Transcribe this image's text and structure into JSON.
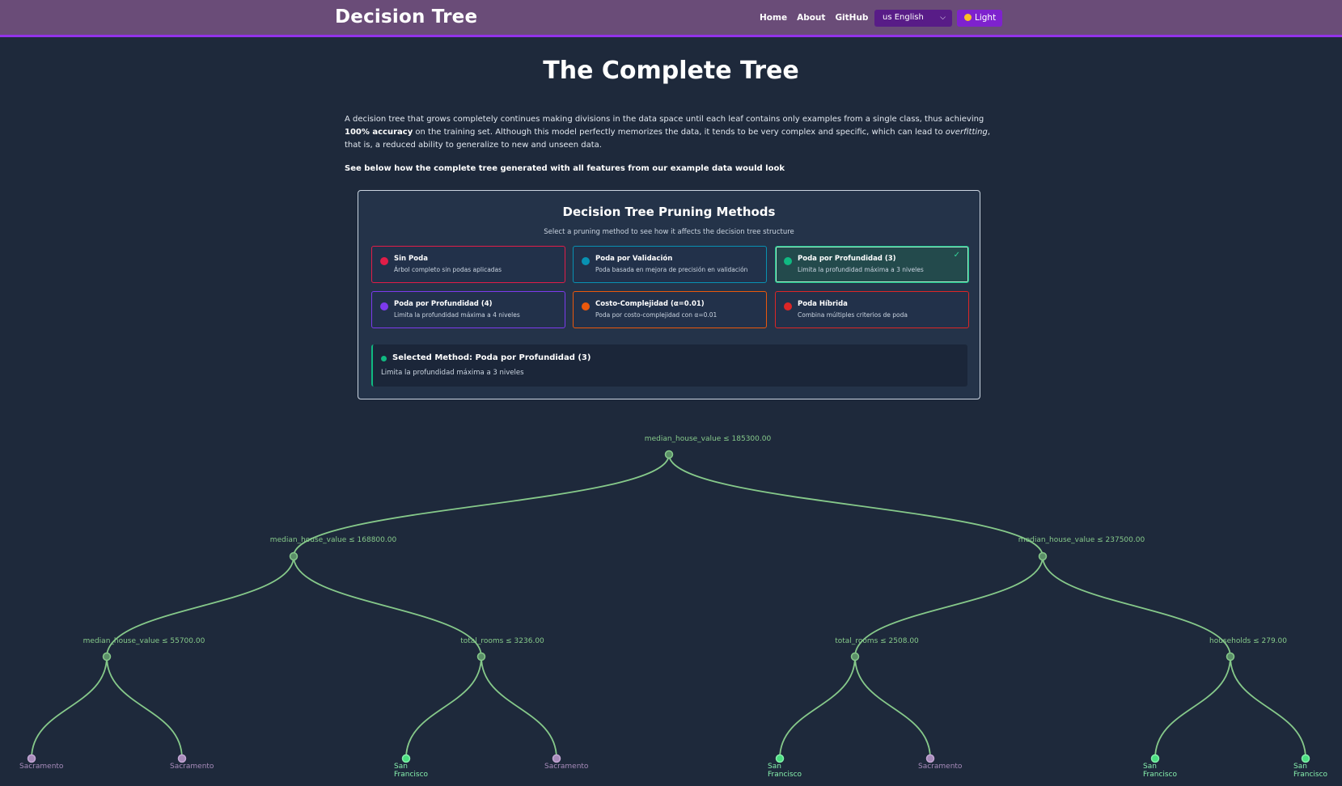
{
  "header": {
    "brand": "Decision Tree",
    "nav": [
      "Home",
      "About",
      "GitHub"
    ],
    "language": "us English",
    "theme_button": "Light",
    "colors": {
      "bar": "#6a4c78",
      "accent": "#9333ea"
    }
  },
  "main": {
    "title": "The Complete Tree",
    "intro": {
      "p1_a": "A decision tree that grows completely continues making divisions in the data space until each leaf contains only examples from a single class, thus achieving ",
      "p1_bold": "100% accuracy",
      "p1_b": " on the training set. Although this model perfectly memorizes the data, it tends to be very complex and specific, which can lead to ",
      "p1_italic": "overfitting",
      "p1_c": ", that is, a reduced ability to generalize to new and unseen data."
    },
    "see_below": "See below how the complete tree generated with all features from our example data would look"
  },
  "pruning": {
    "title": "Decision Tree Pruning Methods",
    "subtitle": "Select a pruning method to see how it affects the decision tree structure",
    "methods": [
      {
        "name": "Sin Poda",
        "desc": "Árbol completo sin podas aplicadas",
        "color": "#e11d48",
        "selected": false
      },
      {
        "name": "Poda por Validación",
        "desc": "Poda basada en mejora de precisión en validación",
        "color": "#0891b2",
        "selected": false
      },
      {
        "name": "Poda por Profundidad (3)",
        "desc": "Limita la profundidad máxima a 3 niveles",
        "color": "#10b981",
        "selected": true
      },
      {
        "name": "Poda por Profundidad (4)",
        "desc": "Limita la profundidad máxima a 4 niveles",
        "color": "#7c3aed",
        "selected": false
      },
      {
        "name": "Costo-Complejidad (α=0.01)",
        "desc": "Poda por costo-complejidad con α=0.01",
        "color": "#ea580c",
        "selected": false
      },
      {
        "name": "Poda Híbrida",
        "desc": "Combina múltiples criterios de poda",
        "color": "#dc2626",
        "selected": false
      }
    ],
    "selected_title": "Selected Method: Poda por Profundidad (3)",
    "selected_desc": "Limita la profundidad máxima a 3 niveles"
  },
  "tree": {
    "root": "median_house_value ≤ 185300.00",
    "level1": [
      "median_house_value ≤ 168800.00",
      "median_house_value ≤ 237500.00"
    ],
    "level2": [
      "median_house_value ≤ 55700.00",
      "total_rooms ≤ 3236.00",
      "total_rooms ≤ 2508.00",
      "households ≤ 279.00"
    ],
    "leaves": [
      {
        "label": "Sacramento",
        "class": "sac"
      },
      {
        "label": "Sacramento",
        "class": "sac"
      },
      {
        "label": "San Francisco",
        "class": "sf"
      },
      {
        "label": "Sacramento",
        "class": "sac"
      },
      {
        "label": "San Francisco",
        "class": "sf"
      },
      {
        "label": "Sacramento",
        "class": "sac"
      },
      {
        "label": "San Francisco",
        "class": "sf"
      },
      {
        "label": "San Francisco",
        "class": "sf"
      }
    ],
    "colors": {
      "edge": "#86c98a",
      "sacramento": "#a78bba",
      "san_francisco": "#4ade80"
    }
  }
}
